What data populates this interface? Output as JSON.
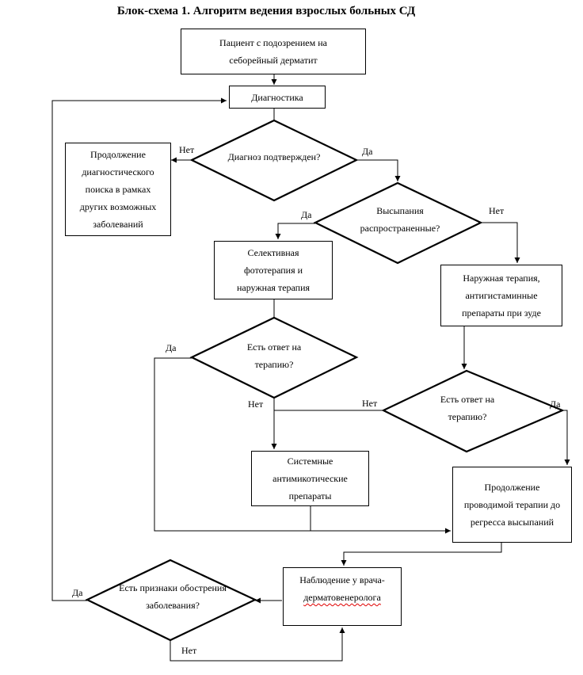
{
  "title": "Блок-схема 1. Алгоритм ведения взрослых больных СД",
  "nodes": {
    "patient": "Пациент с подозрением на себорейный дерматит",
    "diagnostics": "Диагностика",
    "diagnosis_confirmed": "Диагноз подтвержден?",
    "continue_search": "Продолжение диагностического поиска в рамках других возможных заболеваний",
    "rash_widespread": "Высыпания распространенные?",
    "phototherapy": "Селективная фототерапия и наружная терапия",
    "external_therapy": "Наружная терапия, антигистаминные препараты при зуде",
    "response_left": "Есть ответ на терапию?",
    "response_right": "Есть ответ на терапию?",
    "systemic_antimycotics": "Системные антимикотические препараты",
    "continue_therapy": "Продолжение проводимой терапии до регресса высыпаний",
    "observation_line1": "Наблюдение у врача-",
    "observation_line2": "дерматовенеролога",
    "exacerbation_signs": "Есть признаки обострения заболевания?"
  },
  "edge_labels": {
    "dx_no": "Нет",
    "dx_yes": "Да",
    "rash_yes": "Да",
    "rash_no": "Нет",
    "resp_left_yes": "Да",
    "resp_left_no": "Нет",
    "resp_right_no": "Нет",
    "resp_right_yes": "Да",
    "exac_yes": "Да",
    "exac_no": "Нет"
  },
  "colors": {
    "line": "#000000",
    "spellcheck": "#e00000"
  }
}
